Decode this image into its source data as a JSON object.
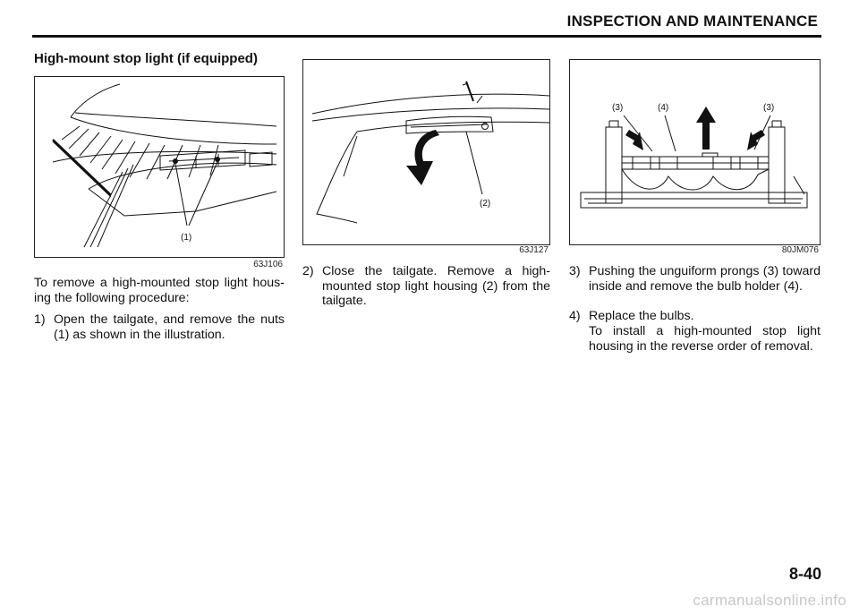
{
  "header": {
    "title": "INSPECTION AND MAINTENANCE"
  },
  "section": {
    "title": "High-mount stop light (if equipped)"
  },
  "figures": [
    {
      "code": "63J106",
      "callouts": [
        "(1)"
      ]
    },
    {
      "code": "63J127",
      "callouts": [
        "(2)"
      ]
    },
    {
      "code": "80JM076",
      "callouts": [
        "(3)",
        "(4)",
        "(3)"
      ]
    }
  ],
  "col1": {
    "intro": "To remove a high-mounted stop light hous-ing the following procedure:",
    "step1_num": "1)",
    "step1_text": "Open the tailgate, and remove the nuts (1) as shown in the illustration."
  },
  "col2": {
    "step2_num": "2)",
    "step2_text": "Close the tailgate. Remove a high-mounted stop light housing (2) from the tailgate."
  },
  "col3": {
    "step3_num": "3)",
    "step3_text": "Pushing the unguiform prongs (3) toward inside and remove the bulb holder (4).",
    "step4_num": "4)",
    "step4_text": "Replace the bulbs.",
    "step4_note": "To install a high-mounted stop light housing in the reverse order of removal."
  },
  "footer": {
    "page_number": "8-40",
    "watermark": "carmanualsonline.info"
  }
}
